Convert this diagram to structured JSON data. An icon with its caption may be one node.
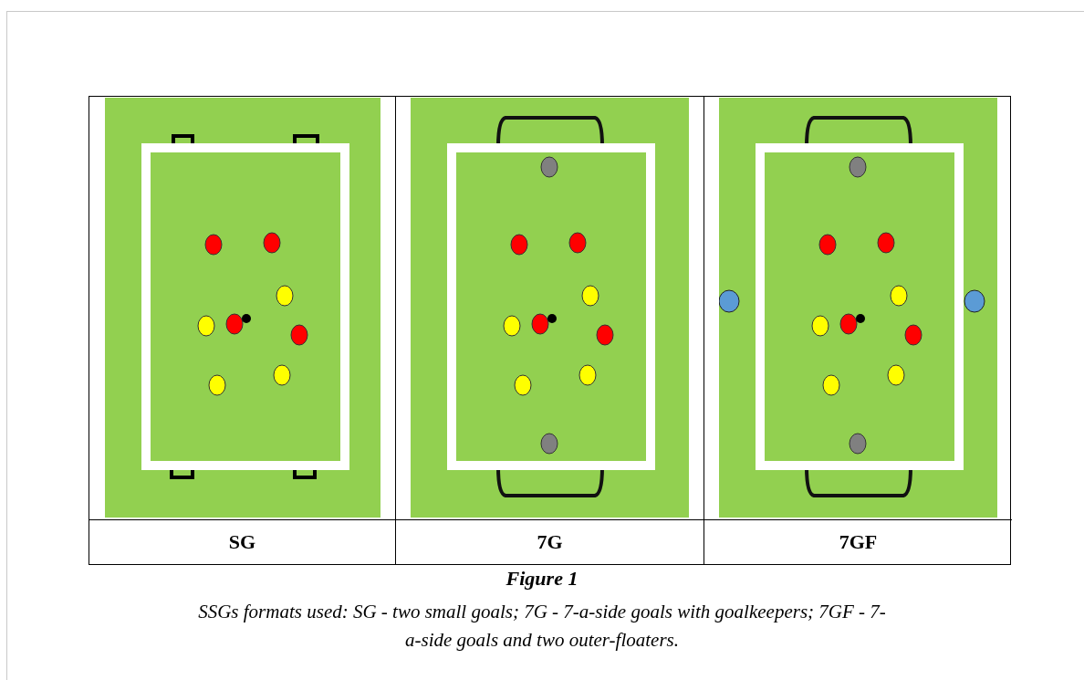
{
  "diagram": {
    "title": "Figure 1",
    "caption": "SSGs formats used: SG - two small goals; 7G - 7-a-side goals with goalkeepers; 7GF - 7-a-side goals and two outer-floaters.",
    "labels": [
      "SG",
      "7G",
      "7GF"
    ]
  }
}
